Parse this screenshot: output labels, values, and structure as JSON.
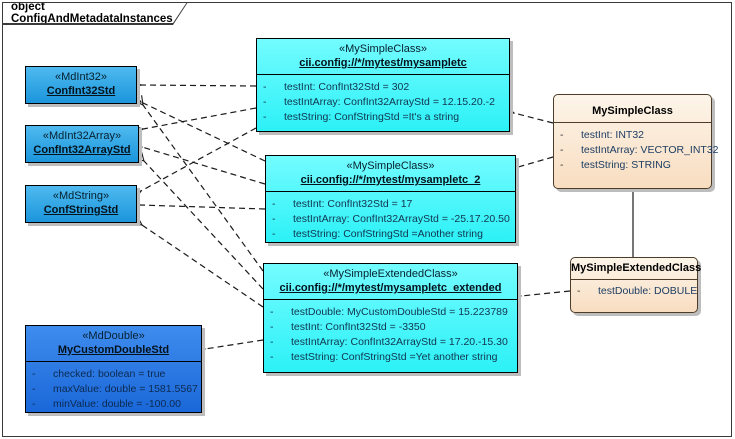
{
  "frame": {
    "label": "object ConfigAndMetadataInstances"
  },
  "colors": {
    "metadata-blue-top": "#4fbaef",
    "metadata-blue-bottom": "#1b95dc",
    "custom-blue-top": "#3f8cee",
    "custom-blue-bottom": "#1a67d9",
    "instance-cyan-top": "#73fcff",
    "instance-cyan-bottom": "#2cf1f6",
    "class-beige-top": "#fdf5ea",
    "class-beige-bottom": "#f8ddc0",
    "edge": "#1a1a1a",
    "shadow": "#bdbdbd"
  },
  "boxes": {
    "confint32std": {
      "stereotype": "«MdInt32»",
      "name": "ConfInt32Std"
    },
    "confint32arraystd": {
      "stereotype": "«MdInt32Array»",
      "name": "ConfInt32ArrayStd"
    },
    "confstringstd": {
      "stereotype": "«MdString»",
      "name": "ConfStringStd"
    },
    "mycustomdoublestd": {
      "stereotype": "«MdDouble»",
      "name": "MyCustomDoubleStd",
      "attrs": [
        "checked: boolean = true",
        "maxValue: double = 1581.5567",
        "minValue: double = -100.00"
      ]
    },
    "mysampletc": {
      "stereotype": "«MySimpleClass»",
      "name": "cii.config://*/mytest/mysampletc",
      "attrs": [
        "testInt: ConfInt32Std = 302",
        "testIntArray: ConfInt32ArrayStd = 12.15.20.-2",
        "testString: ConfStringStd =It's a string"
      ]
    },
    "mysampletc2": {
      "stereotype": "«MySimpleClass»",
      "name": "cii.config://*/mytest/mysampletc_2",
      "attrs": [
        "testInt: ConfInt32Std = 17",
        "testIntArray: ConfInt32ArrayStd = -25.17.20.50",
        "testString: ConfStringStd =Another string"
      ]
    },
    "mysampletcextended": {
      "stereotype": "«MySimpleExtendedClass»",
      "name": "cii.config://*/mytest/mysampletc_extended",
      "attrs": [
        "testDouble: MyCustomDoubleStd = 15.223789",
        "testInt: ConfInt32Std = -3350",
        "testIntArray: ConfInt32ArrayStd = 17.20.-15.30",
        "testString: ConfStringStd =Yet another string"
      ]
    },
    "mysimpleclass": {
      "name": "MySimpleClass",
      "attrs": [
        "testInt: INT32",
        "testIntArray: VECTOR_INT32",
        "testString: STRING"
      ]
    },
    "mysimpleextendedclass": {
      "name": "MySimpleExtendedClass",
      "attrs": [
        "testDouble: DOBULE"
      ]
    }
  }
}
